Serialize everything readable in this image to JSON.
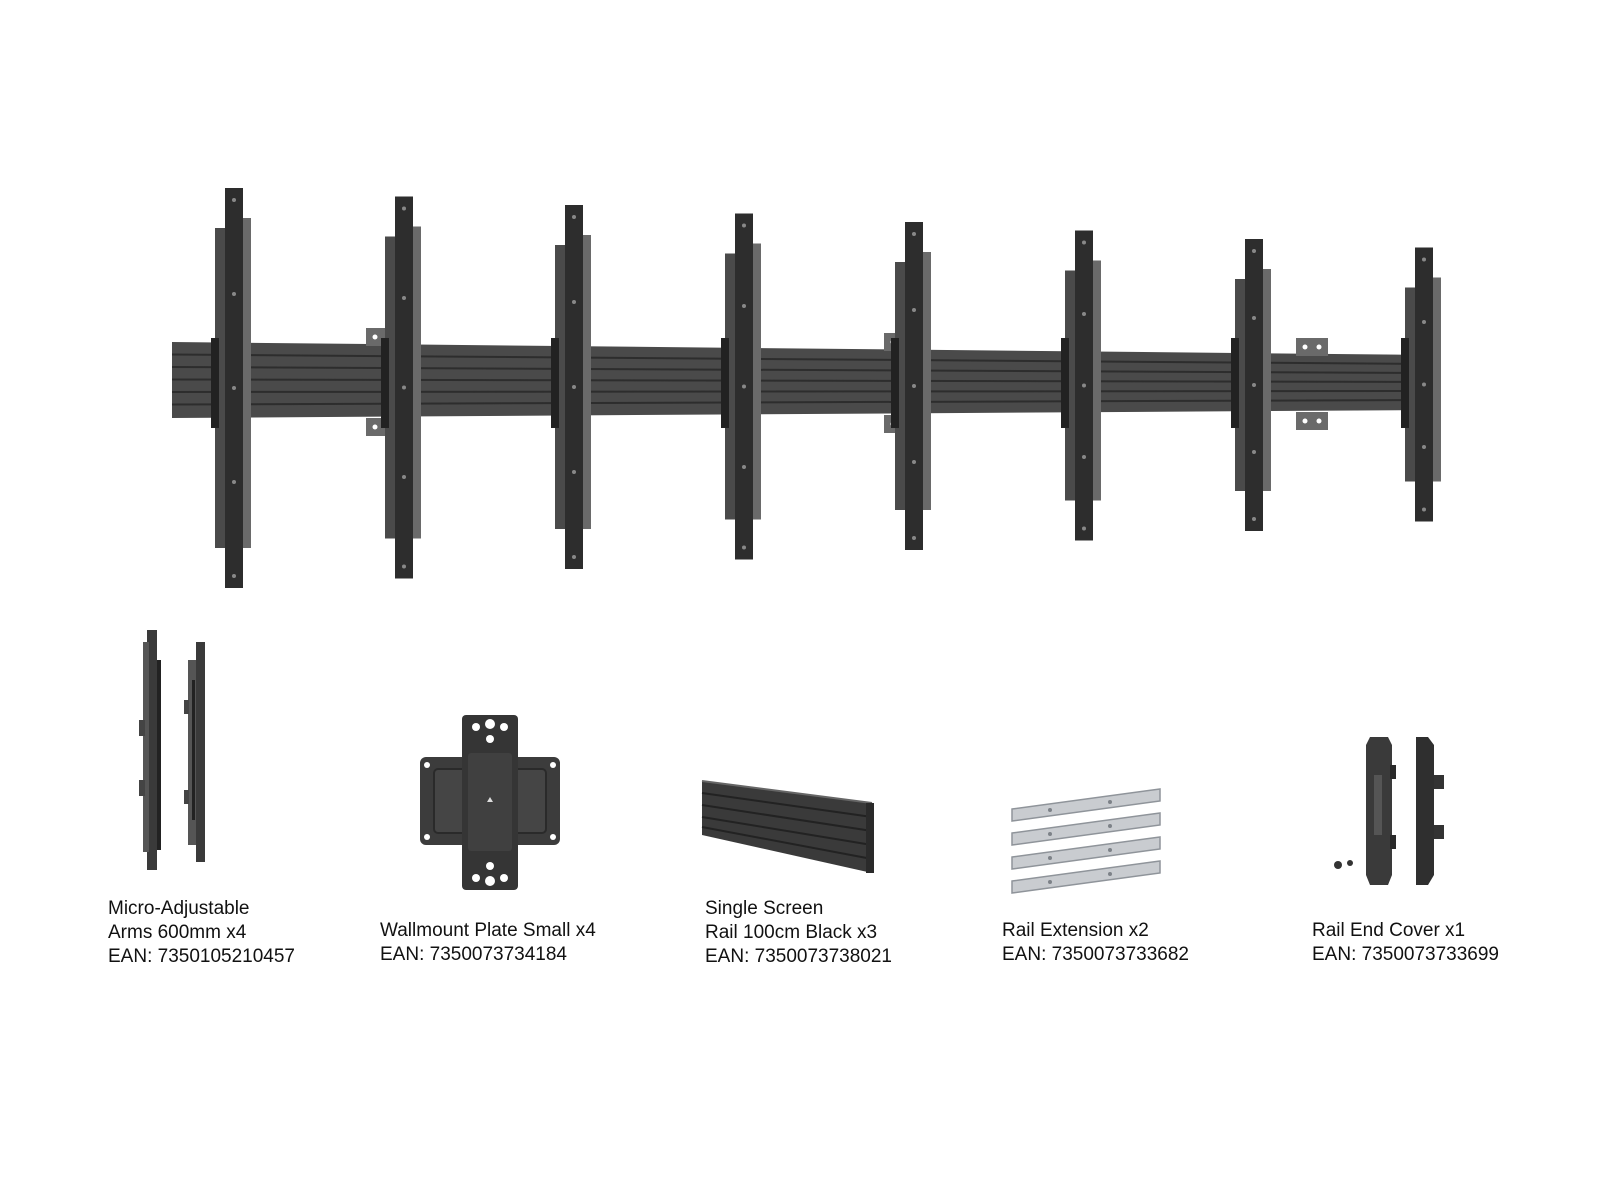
{
  "colors": {
    "background": "#ffffff",
    "metal_dark": "#2d2d2d",
    "metal_mid": "#4a4a4a",
    "metal_light": "#6a6a6a",
    "steel": "#c9ccd0",
    "text": "#111111"
  },
  "assembly": {
    "icon": "videowall-mount-assembly-icon",
    "arm_count": 8,
    "plate_count": 3
  },
  "components": [
    {
      "icon": "micro-adjustable-arms-icon",
      "lines": [
        "Micro-Adjustable",
        "Arms 600mm x4",
        "EAN: 7350105210457"
      ]
    },
    {
      "icon": "wallmount-plate-icon",
      "lines": [
        "Wallmount Plate Small x4",
        "EAN: 7350073734184"
      ]
    },
    {
      "icon": "single-screen-rail-icon",
      "lines": [
        "Single Screen",
        "Rail 100cm Black x3",
        "EAN: 7350073738021"
      ]
    },
    {
      "icon": "rail-extension-icon",
      "lines": [
        "Rail Extension x2",
        "EAN: 7350073733682"
      ]
    },
    {
      "icon": "rail-end-cover-icon",
      "lines": [
        "Rail End Cover x1",
        "EAN: 7350073733699"
      ]
    }
  ]
}
